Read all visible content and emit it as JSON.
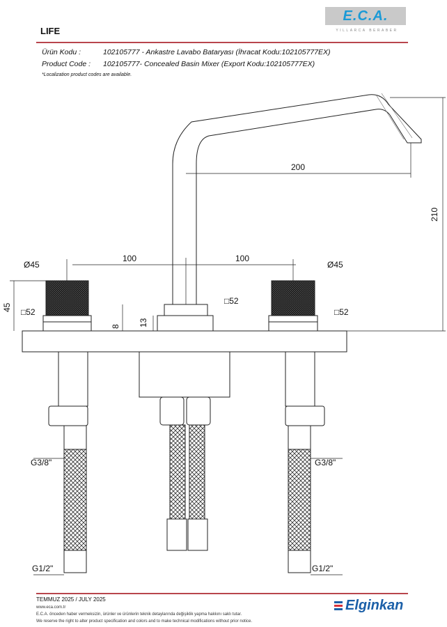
{
  "header": {
    "brand_logo": "E.C.A.",
    "brand_tagline": "YILLARCA BERABER",
    "product_line": "LIFE",
    "urun_kodu_label": "Ürün Kodu :",
    "urun_kodu_value": "102105777 - Ankastre Lavabo Bataryası (İhracat Kodu:102105777EX)",
    "product_code_label": "Product Code :",
    "product_code_value": "102105777- Concealed Basin Mixer (Export Kodu:102105777EX)",
    "note": "*Localization product codes are available."
  },
  "drawing": {
    "dim_spout_reach": "200",
    "dim_total_height": "210",
    "dim_left_spacing": "100",
    "dim_right_spacing": "100",
    "dim_left_diameter": "Ø45",
    "dim_right_diameter": "Ø45",
    "dim_handle_height": "45",
    "dim_left_square": "□52",
    "dim_center_square": "□52",
    "dim_right_square": "□52",
    "dim_flange": "8",
    "dim_spout_base": "13",
    "dim_left_inlet": "G3/8\"",
    "dim_right_inlet": "G3/8\"",
    "dim_left_outlet": "G1/2\"",
    "dim_right_outlet": "G1/2\""
  },
  "footer": {
    "date": "TEMMUZ 2025 / JULY 2025",
    "website": "www.eca.com.tr",
    "disclaimer_tr": "E.C.A. önceden haber vermeksizin, ürünler ve ürünlerin teknik detaylarında değişiklik yapma hakkını saklı tutar.",
    "disclaimer_en": "We reserve the right to alter product specification and colors and to make technical modifications without prior notice.",
    "distributor_logo": "Elginkan"
  }
}
